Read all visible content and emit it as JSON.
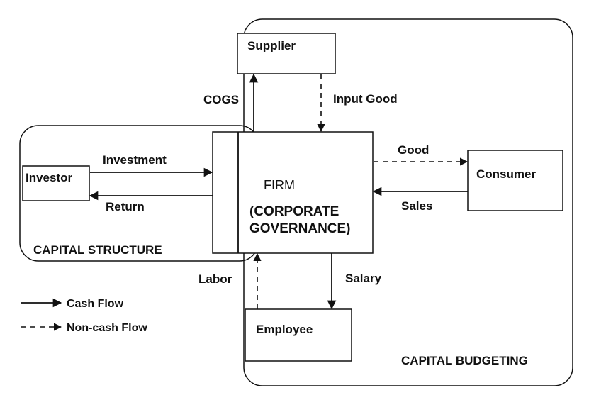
{
  "regions": {
    "capital_structure": "CAPITAL STRUCTURE",
    "capital_budgeting": "CAPITAL BUDGETING"
  },
  "nodes": {
    "supplier": "Supplier",
    "investor": "Investor",
    "firm": "FIRM",
    "corporate_line1": "(CORPORATE",
    "corporate_line2": "GOVERNANCE)",
    "consumer": "Consumer",
    "employee": "Employee"
  },
  "flows": {
    "cogs": "COGS",
    "input_good": "Input Good",
    "investment": "Investment",
    "return": "Return",
    "good": "Good",
    "sales": "Sales",
    "labor": "Labor",
    "salary": "Salary"
  },
  "legend": {
    "cash_flow": "Cash Flow",
    "non_cash_flow": "Non-cash Flow"
  }
}
